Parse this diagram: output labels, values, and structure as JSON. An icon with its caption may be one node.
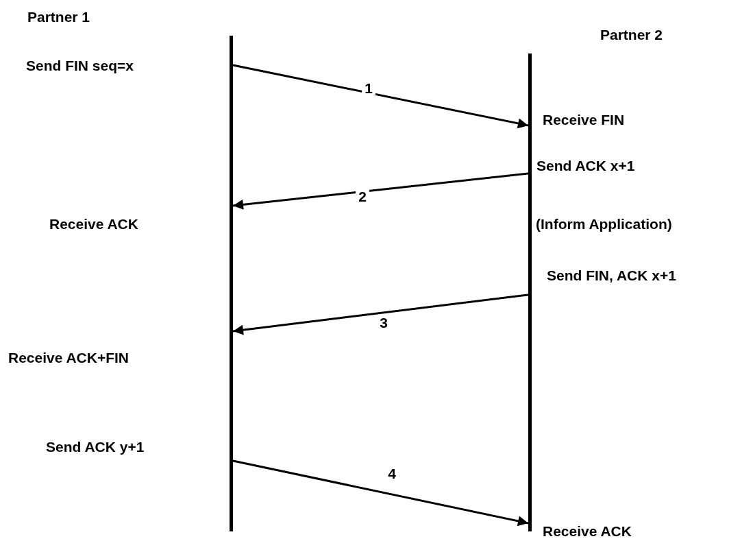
{
  "diagram": {
    "nodes": [
      {
        "text": [],
        "shape": "bar"
      },
      {
        "text": [],
        "shape": "bar"
      }
    ],
    "edges": [
      {
        "from": 0,
        "to": 1,
        "arrow": "to",
        "label": "1"
      },
      {
        "from": 1,
        "to": 0,
        "arrow": "to",
        "label": "2"
      },
      {
        "from": 1,
        "to": 0,
        "arrow": "to",
        "label": "3"
      },
      {
        "from": 0,
        "to": 1,
        "arrow": "to",
        "label": "4"
      }
    ],
    "labels": [
      "Partner 1",
      "Partner 2",
      "Send FIN seq=x",
      "Receive FIN",
      "Send ACK x+1",
      "Receive ACK",
      "(Inform Application)",
      "Send FIN, ACK x+1",
      "Receive ACK+FIN",
      "Send ACK y+1",
      "Receive ACK"
    ]
  }
}
